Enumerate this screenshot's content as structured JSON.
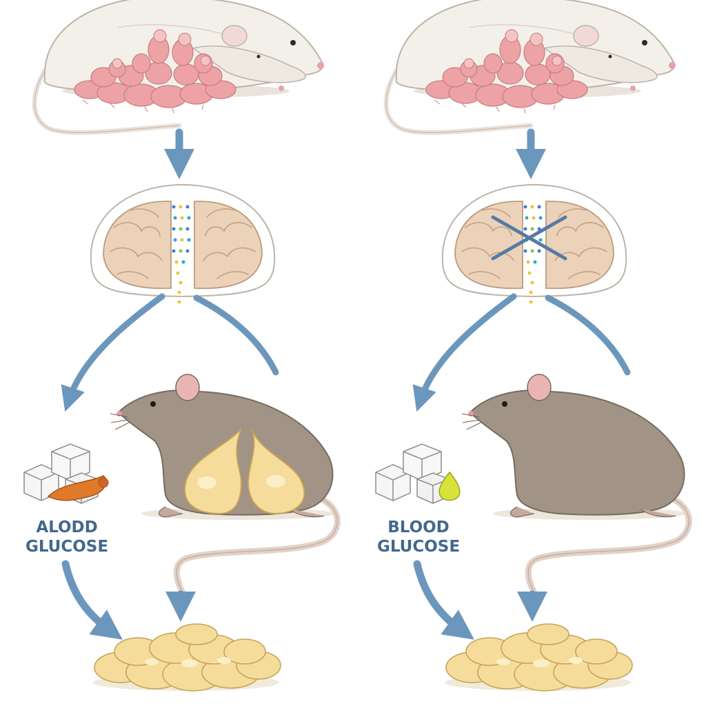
{
  "colors": {
    "arrow": "#6b97bd",
    "label": "#43688c",
    "mother_fur": "#f3f0ea",
    "pup_skin": "#eda3a6",
    "brain": "#ecd2b8",
    "offspring_fur": "#a19385",
    "fat": "#f5dc9a",
    "sugar_cube": "#f6f6f6",
    "cross": "#557aa5"
  },
  "panels": [
    {
      "id": "left",
      "label_line1": "ALODD",
      "label_line2": "GLUCOSE",
      "hypothalamus_disrupted": false,
      "offspring_fat_deposits": true,
      "glucose_extra": "orange-food-icon"
    },
    {
      "id": "right",
      "label_line1": "BLOOD",
      "label_line2": "GLUCOSE",
      "hypothalamus_disrupted": true,
      "offspring_fat_deposits": false,
      "glucose_extra": "yellow-droplet-icon"
    }
  ]
}
